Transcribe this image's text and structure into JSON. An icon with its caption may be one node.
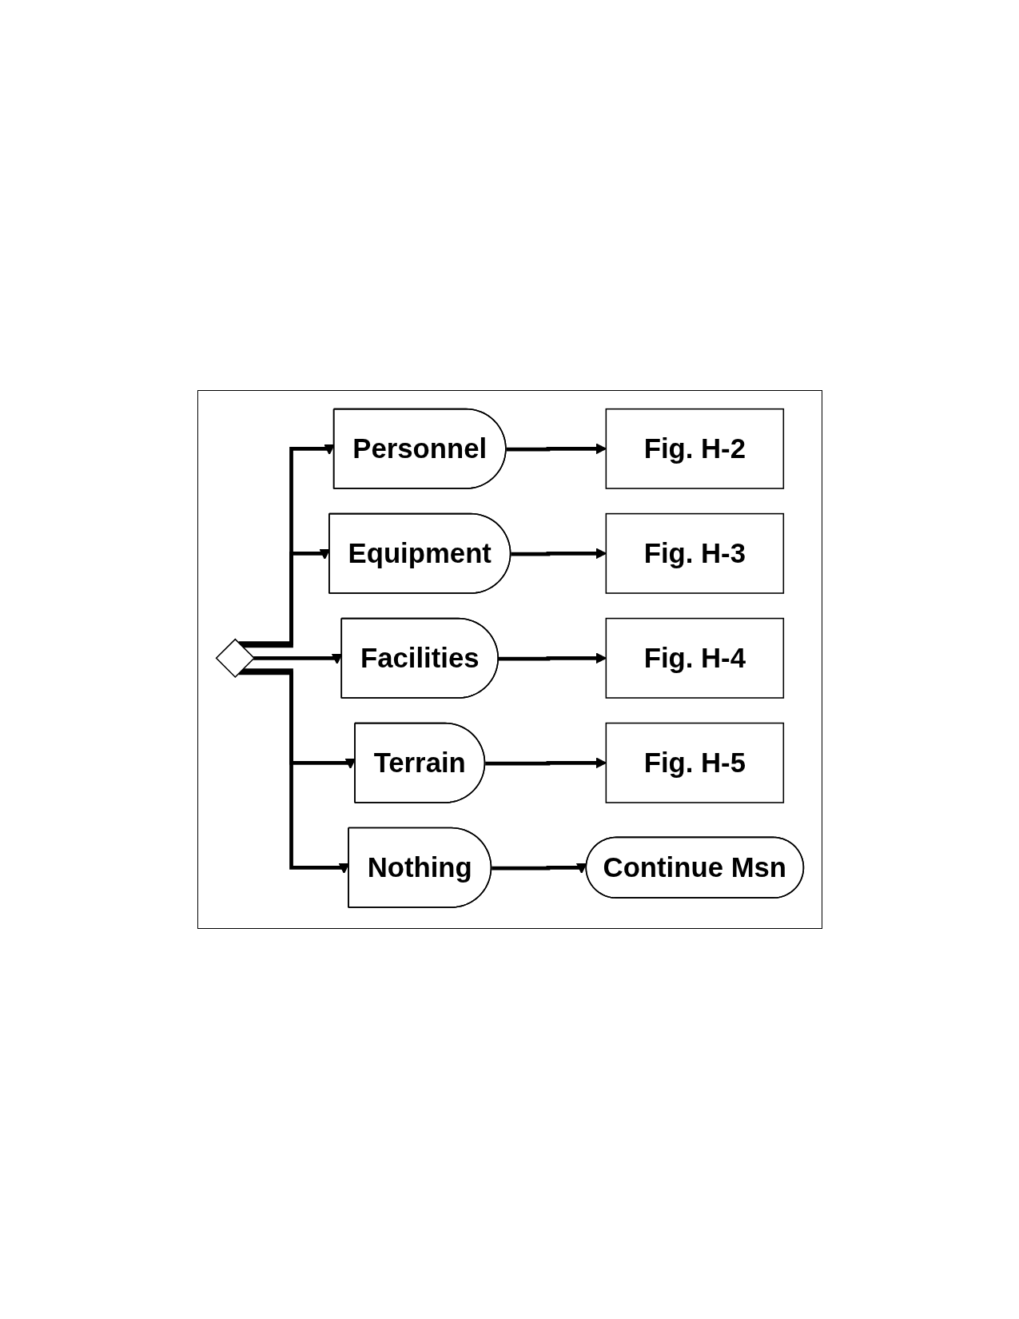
{
  "diagram": {
    "nodes": [
      {
        "text": [],
        "shape": "diamond"
      },
      {
        "text": [
          "Personnel"
        ]
      },
      {
        "text": [
          "Equipment"
        ]
      },
      {
        "text": [
          "Facilities"
        ]
      },
      {
        "text": [
          "Terrain"
        ]
      },
      {
        "text": [
          "Nothing"
        ]
      },
      {
        "text": [
          "Fig. H-2"
        ]
      },
      {
        "text": [
          "Fig. H-3"
        ]
      },
      {
        "text": [
          "Fig. H-4"
        ]
      },
      {
        "text": [
          "Fig. H-5"
        ]
      },
      {
        "text": [
          "Continue Msn"
        ]
      }
    ],
    "edges": [
      {
        "from": 0,
        "to": 1,
        "arrow": "to"
      },
      {
        "from": 0,
        "to": 2,
        "arrow": "to"
      },
      {
        "from": 0,
        "to": 3,
        "arrow": "to"
      },
      {
        "from": 0,
        "to": 4,
        "arrow": "to"
      },
      {
        "from": 0,
        "to": 5,
        "arrow": "to"
      },
      {
        "from": 1,
        "to": 6,
        "arrow": "to"
      },
      {
        "from": 2,
        "to": 7,
        "arrow": "to"
      },
      {
        "from": 3,
        "to": 8,
        "arrow": "to"
      },
      {
        "from": 4,
        "to": 9,
        "arrow": "to"
      },
      {
        "from": 5,
        "to": 10,
        "arrow": "to"
      }
    ]
  }
}
